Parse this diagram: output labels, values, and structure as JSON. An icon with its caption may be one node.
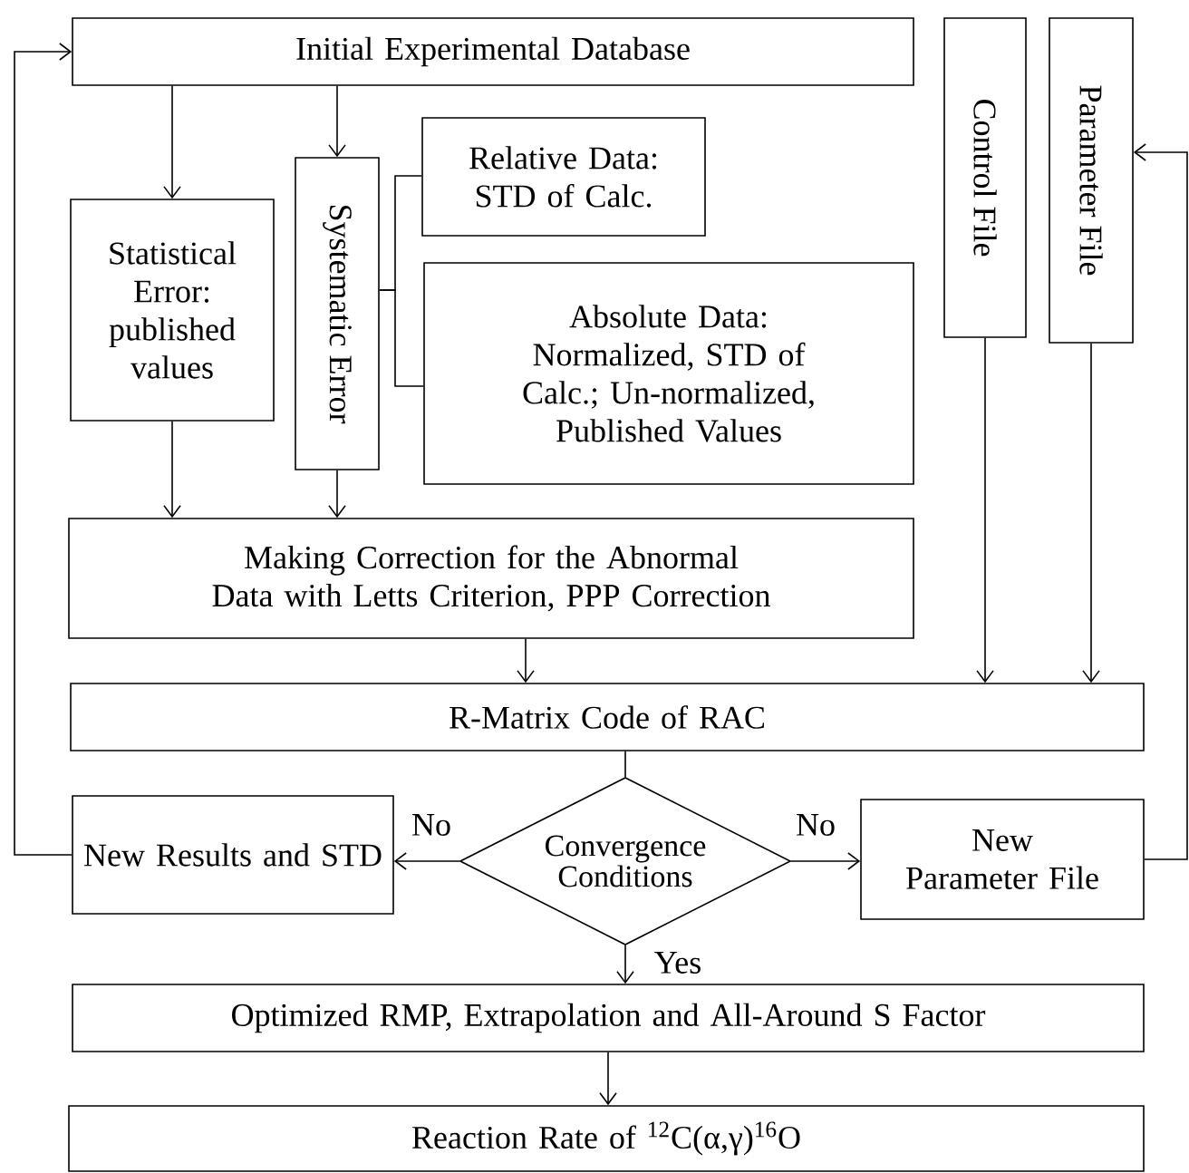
{
  "diagram": {
    "nodes": [
      {
        "text": [
          "Initial Experimental Database"
        ]
      },
      {
        "text": [
          "Statistical Error: published values"
        ]
      },
      {
        "text": [
          "Systematic Error"
        ]
      },
      {
        "text": [
          "Relative Data:",
          "STD of Calc."
        ]
      },
      {
        "text": [
          "Absolute Data:",
          "Normalized, STD of Calc.; Un-normalized, Published Values"
        ]
      },
      {
        "text": [
          "Control File"
        ]
      },
      {
        "text": [
          "Parameter File"
        ]
      },
      {
        "text": [
          "Making Correction for the Abnormal Data with Letts Criterion, PPP Correction"
        ]
      },
      {
        "text": [
          "R-Matrix Code of RAC"
        ]
      },
      {
        "text": [
          "New Results and STD"
        ]
      },
      {
        "text": [
          "Convergence Conditions"
        ]
      },
      {
        "text": [
          "New Parameter File"
        ]
      },
      {
        "text": [
          "Optimized RMP, Extrapolation and All-Around S Factor"
        ]
      },
      {
        "text": [
          "Reaction Rate of $^{12}$C(α,γ)$^{16}$O"
        ]
      }
    ],
    "edges": [
      {
        "from": 0,
        "to": 1,
        "arrow": "to"
      },
      {
        "from": 0,
        "to": 2,
        "arrow": "to"
      },
      {
        "from": 2,
        "to": 3,
        "arrow": "none"
      },
      {
        "from": 2,
        "to": 4,
        "arrow": "none"
      },
      {
        "from": 1,
        "to": 7,
        "arrow": "to"
      },
      {
        "from": 2,
        "to": 7,
        "arrow": "to"
      },
      {
        "from": 7,
        "to": 8,
        "arrow": "to"
      },
      {
        "from": 5,
        "to": 8,
        "arrow": "to"
      },
      {
        "from": 6,
        "to": 8,
        "arrow": "to"
      },
      {
        "from": 8,
        "to": 10,
        "arrow": "none"
      },
      {
        "from": 10,
        "to": 9,
        "arrow": "to",
        "label": "No"
      },
      {
        "from": 10,
        "to": 11,
        "arrow": "to",
        "label": "No"
      },
      {
        "from": 10,
        "to": 12,
        "arrow": "to",
        "label": "Yes"
      },
      {
        "from": 12,
        "to": 13,
        "arrow": "to"
      },
      {
        "from": 9,
        "to": 0,
        "arrow": "to"
      },
      {
        "from": 11,
        "to": 6,
        "arrow": "to"
      }
    ]
  }
}
